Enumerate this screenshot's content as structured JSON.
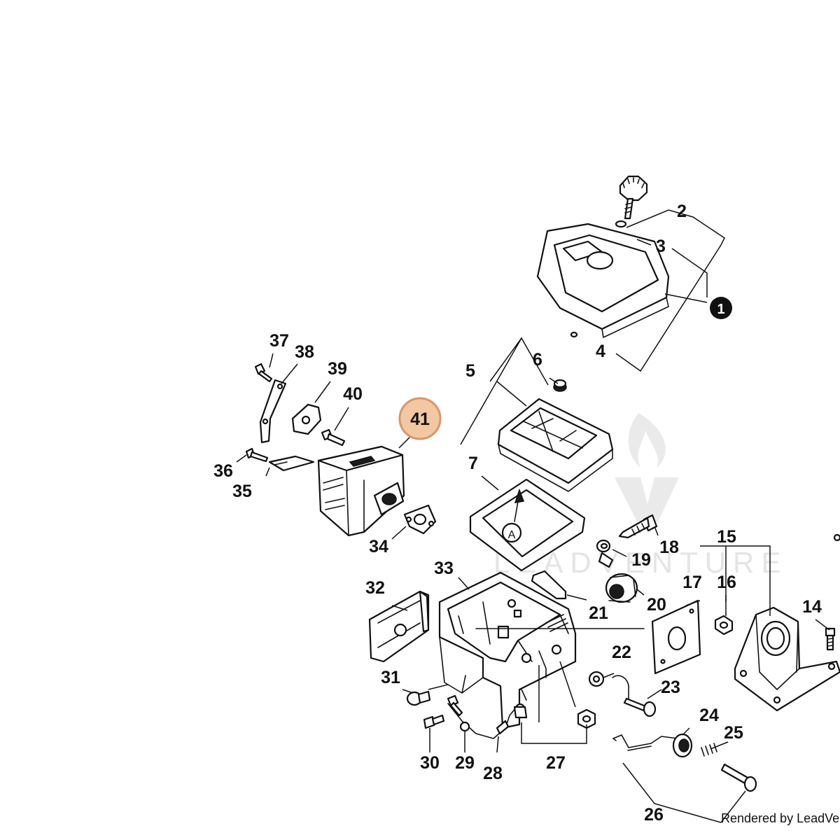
{
  "diagram": {
    "callouts": [
      {
        "id": "2",
        "text": "2"
      },
      {
        "id": "3",
        "text": "3"
      },
      {
        "id": "4",
        "text": "4"
      },
      {
        "id": "5",
        "text": "5"
      },
      {
        "id": "6",
        "text": "6"
      },
      {
        "id": "7",
        "text": "7"
      },
      {
        "id": "14",
        "text": "14"
      },
      {
        "id": "15",
        "text": "15"
      },
      {
        "id": "16",
        "text": "16"
      },
      {
        "id": "17",
        "text": "17"
      },
      {
        "id": "18",
        "text": "18"
      },
      {
        "id": "19",
        "text": "19"
      },
      {
        "id": "20",
        "text": "20"
      },
      {
        "id": "21",
        "text": "21"
      },
      {
        "id": "22",
        "text": "22"
      },
      {
        "id": "23",
        "text": "23"
      },
      {
        "id": "24",
        "text": "24"
      },
      {
        "id": "25",
        "text": "25"
      },
      {
        "id": "26",
        "text": "26"
      },
      {
        "id": "27",
        "text": "27"
      },
      {
        "id": "28",
        "text": "28"
      },
      {
        "id": "29",
        "text": "29"
      },
      {
        "id": "30",
        "text": "30"
      },
      {
        "id": "31",
        "text": "31"
      },
      {
        "id": "32",
        "text": "32"
      },
      {
        "id": "33",
        "text": "33"
      },
      {
        "id": "34",
        "text": "34"
      },
      {
        "id": "35",
        "text": "35"
      },
      {
        "id": "36",
        "text": "36"
      },
      {
        "id": "37",
        "text": "37"
      },
      {
        "id": "38",
        "text": "38"
      },
      {
        "id": "39",
        "text": "39"
      },
      {
        "id": "40",
        "text": "40"
      }
    ],
    "assembly_marker": "1",
    "highlighted_callout": {
      "text": "41",
      "color": "#f2c8a2",
      "border_color": "#d9956a"
    },
    "detail_marker": "A",
    "watermark_text": "LEADVENTURE",
    "credit": "Rendered by LeadVen"
  }
}
